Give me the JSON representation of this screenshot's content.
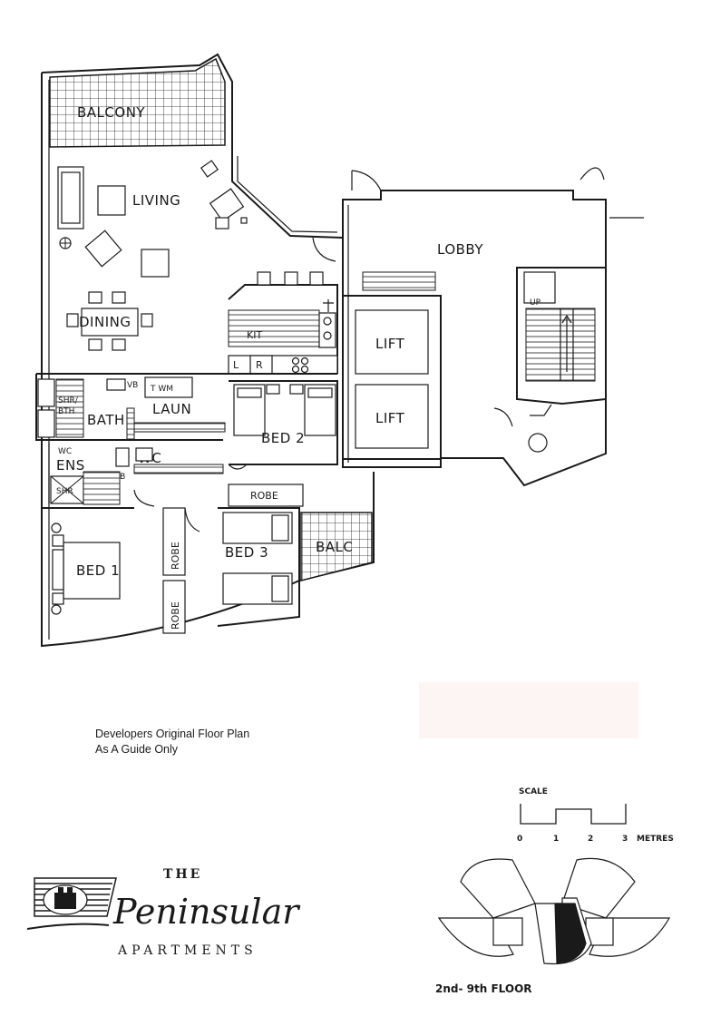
{
  "rooms": {
    "balcony": "BALCONY",
    "living": "LIVING",
    "lobby": "LOBBY",
    "dining": "DINING",
    "kit": "KIT",
    "lift_1": "LIFT",
    "lift_2": "LIFT",
    "up": "UP",
    "vb_bath": "VB",
    "twm": "T WM",
    "shr_bth": "SHR/",
    "shr_bth_2": "BTH",
    "bath": "BATH",
    "laun": "LAUN",
    "bed_2": "BED 2",
    "l": "L",
    "r": "R",
    "wc_ens": "WC",
    "ens": "ENS",
    "wc": "WC",
    "vb_ens": "VB",
    "shr": "SHR",
    "robe_top": "ROBE",
    "bed_3": "BED 3",
    "balc": "BALC",
    "robe_1": "ROBE",
    "robe_2": "ROBE",
    "bed_1": "BED 1"
  },
  "note": {
    "line1": "Developers Original Floor Plan",
    "line2": "As A Guide Only"
  },
  "brand": {
    "the": "THE",
    "script": "Peninsular",
    "apartments": "APARTMENTS"
  },
  "scale": {
    "title": "SCALE",
    "ticks": [
      "0",
      "1",
      "2",
      "3"
    ],
    "unit": "METRES"
  },
  "key_plan": {
    "floor": "2nd- 9th FLOOR"
  },
  "colors": {
    "ink": "#1a1a1a",
    "paper": "#ffffff",
    "pink_patch": "#fdf4f4"
  }
}
